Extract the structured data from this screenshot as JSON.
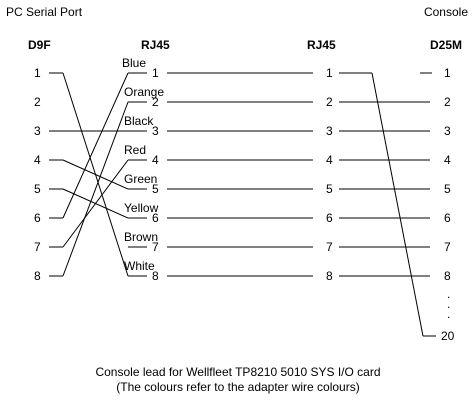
{
  "header": {
    "left": "PC Serial Port",
    "right": "Console"
  },
  "columns": {
    "d9f": "D9F",
    "rj45_left": "RJ45",
    "rj45_right": "RJ45",
    "d25m": "D25M"
  },
  "d9f_pins": [
    "1",
    "2",
    "3",
    "4",
    "5",
    "6",
    "7",
    "8"
  ],
  "rj45_left_pins": [
    "1",
    "2",
    "3",
    "4",
    "5",
    "6",
    "7",
    "8"
  ],
  "rj45_right_pins": [
    "1",
    "2",
    "3",
    "4",
    "5",
    "6",
    "7",
    "8"
  ],
  "d25m_pins": [
    "1",
    "2",
    "3",
    "4",
    "5",
    "6",
    "7",
    "8",
    "20"
  ],
  "d25m_ellipsis": [
    ".",
    ".",
    "."
  ],
  "wire_colours": [
    "Blue",
    "Orange",
    "Black",
    "Red",
    "Green",
    "Yellow",
    "Brown",
    "White"
  ],
  "caption": {
    "line1": "Console lead for Wellfleet TP8210 5010 SYS I/O card",
    "line2": "(The colours refer to the adapter wire colours)"
  },
  "connections": {
    "d9f_to_rj45": [
      [
        1,
        8
      ],
      [
        3,
        3
      ],
      [
        4,
        5
      ],
      [
        5,
        6
      ],
      [
        6,
        1
      ],
      [
        7,
        4
      ],
      [
        8,
        2
      ]
    ],
    "rj45_straight": [
      1,
      2,
      3,
      4,
      5,
      6,
      7,
      8
    ],
    "rj45_to_d25m": [
      [
        1,
        20
      ],
      [
        2,
        2
      ],
      [
        3,
        3
      ],
      [
        4,
        4
      ],
      [
        5,
        5
      ],
      [
        6,
        6
      ],
      [
        7,
        7
      ],
      [
        8,
        8
      ]
    ]
  }
}
